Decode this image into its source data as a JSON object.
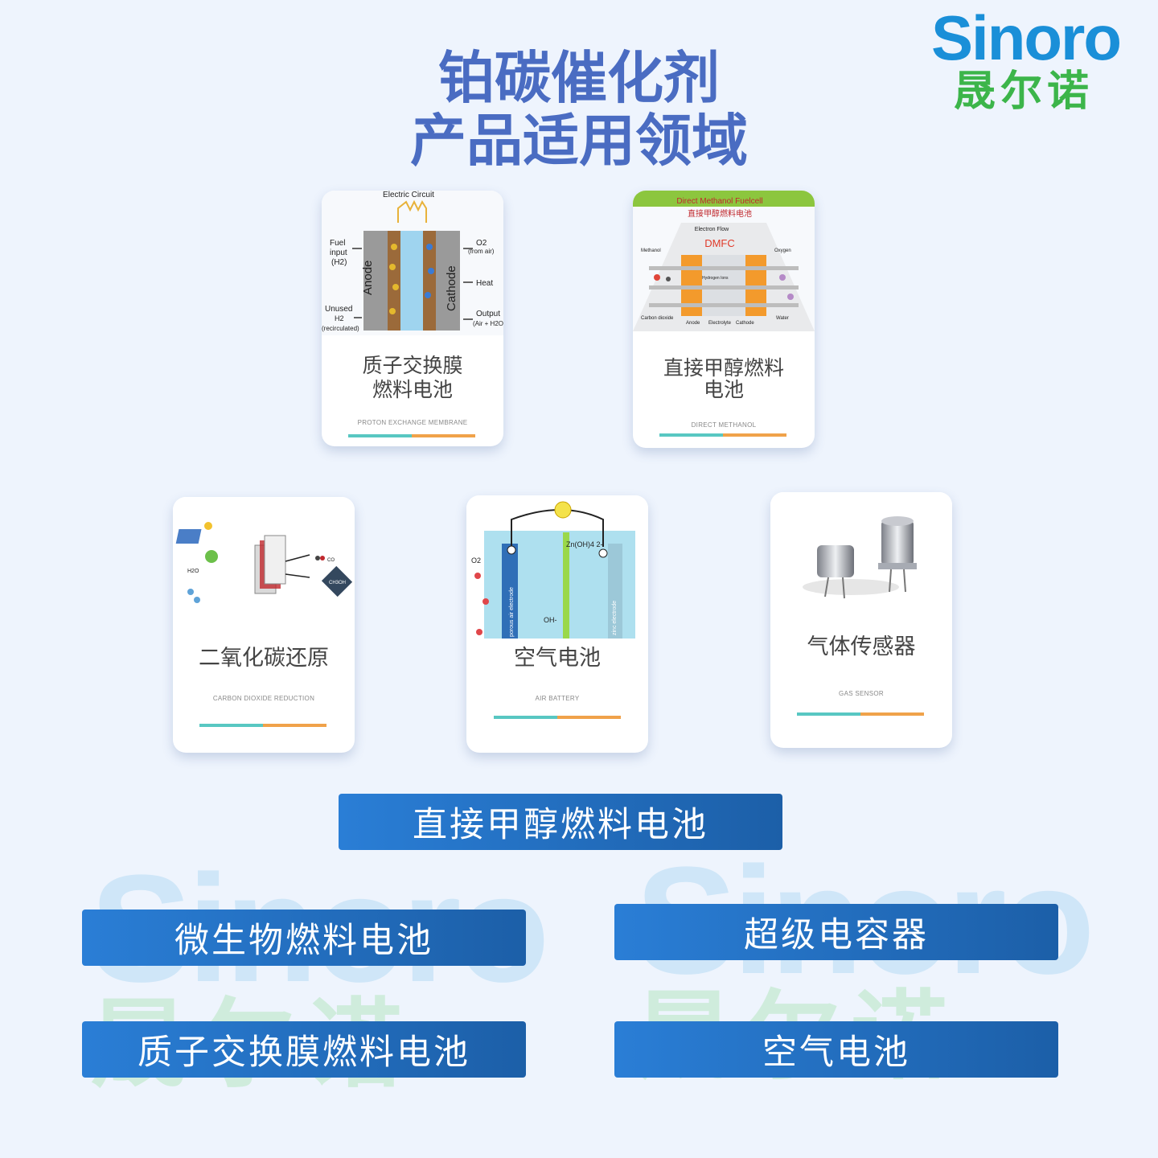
{
  "watermark": {
    "en": "Sinoro",
    "cn": "晟尔诺"
  },
  "logo": {
    "en": "Sinoro",
    "cn": "晟尔诺"
  },
  "title": {
    "line1": "铂碳催化剂",
    "line2": "产品适用领域"
  },
  "cards": [
    {
      "cn1": "质子交换膜",
      "cn2": "燃料电池",
      "en": "PROTON EXCHANGE MEMBRANE",
      "img": {
        "top": "Electric Circuit",
        "fuel": "Fuel",
        "fuel2": "input",
        "fuel3": "(H2)",
        "o2": "O2",
        "o2b": "(from air)",
        "heat": "Heat",
        "unused": "Unused",
        "unused2": "H2",
        "unused3": "(recirculated)",
        "output": "Output",
        "output2": "(Air + H2O)",
        "anode": "Anode",
        "cathode": "Cathode"
      }
    },
    {
      "cn1": "直接甲醇燃料",
      "cn2": "电池",
      "en": "DIRECT METHANOL",
      "img": {
        "header": "Direct Methanol Fuelcell",
        "header_cn": "直接甲醇燃料电池",
        "dmfc": "DMFC",
        "flow": "Electron Flow",
        "methanol": "Methanol",
        "oxygen": "Oxygen",
        "ions": "Hydrogen Ions",
        "co2": "Carbon dioxide",
        "water": "Water",
        "anode": "Anode",
        "electrolyte": "Electrolyte",
        "cathode": "Cathode"
      }
    },
    {
      "cn1": "二氧化碳还原",
      "cn2": "",
      "en": "CARBON DIOXIDE REDUCTION",
      "img": {
        "ch3oh": "CH3OH",
        "co": "CO",
        "h2o": "H2O"
      }
    },
    {
      "cn1": "空气电池",
      "cn2": "",
      "en": "AIR BATTERY",
      "img": {
        "zn": "Zn(OH)4 2-",
        "oh": "OH-",
        "o2": "O2",
        "zinc": "zinc electrode",
        "porous": "porous air electrode"
      }
    },
    {
      "cn1": "气体传感器",
      "cn2": "",
      "en": "GAS SENSOR",
      "img": {}
    }
  ],
  "buttons": {
    "dmfc": "直接甲醇燃料电池",
    "microbial": "微生物燃料电池",
    "supercap": "超级电容器",
    "pem": "质子交换膜燃料电池",
    "air": "空气电池"
  },
  "colors": {
    "title": "#4a6cc2",
    "button": "#2a7ed6",
    "bar_teal": "#58c7c2",
    "bar_orange": "#f0a24a"
  }
}
